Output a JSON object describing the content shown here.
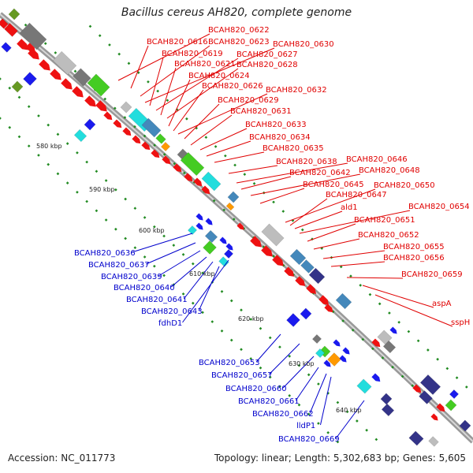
{
  "title": "Bacillus cereus AH820, complete genome",
  "footer": {
    "accession": "Accession: NC_011773",
    "info": "Topology: linear; Length: 5,302,683 bp; Genes: 5,605"
  },
  "colors": {
    "red_labels": "#e00000",
    "blue_labels": "#0000cc",
    "backbone": "#999999",
    "tick": "#228b22"
  },
  "scale_labels": [
    "580 kbp",
    "590 kbp",
    "600 kbp",
    "610 kbp",
    "620 kbp",
    "630 kbp",
    "640 kbp"
  ],
  "right_labels": [
    "BCAH820_0622",
    "BCAH820_0616",
    "BCAH820_0623",
    "BCAH820_0630",
    "BCAH820_0619",
    "BCAH820_0627",
    "BCAH820_0621",
    "BCAH820_0628",
    "BCAH820_0624",
    "BCAH820_0626",
    "BCAH820_0632",
    "BCAH820_0629",
    "BCAH820_0631",
    "BCAH820_0633",
    "BCAH820_0634",
    "BCAH820_0635",
    "BCAH820_0638",
    "BCAH820_0646",
    "BCAH820_0642",
    "BCAH820_0648",
    "BCAH820_0645",
    "BCAH820_0650",
    "BCAH820_0647",
    "ald1",
    "BCAH820_0654",
    "BCAH820_0651",
    "BCAH820_0652",
    "BCAH820_0655",
    "BCAH820_0656",
    "BCAH820_0659",
    "aspA",
    "sspH"
  ],
  "left_labels": [
    "BCAH820_0636",
    "BCAH820_0637",
    "BCAH820_0639",
    "BCAH820_0640",
    "BCAH820_0641",
    "BCAH820_0643",
    "fdhD1",
    "BCAH820_0653",
    "BCAH820_0657",
    "BCAH820_0660",
    "BCAH820_0661",
    "BCAH820_0662",
    "lldP1",
    "BCAH820_0669"
  ]
}
